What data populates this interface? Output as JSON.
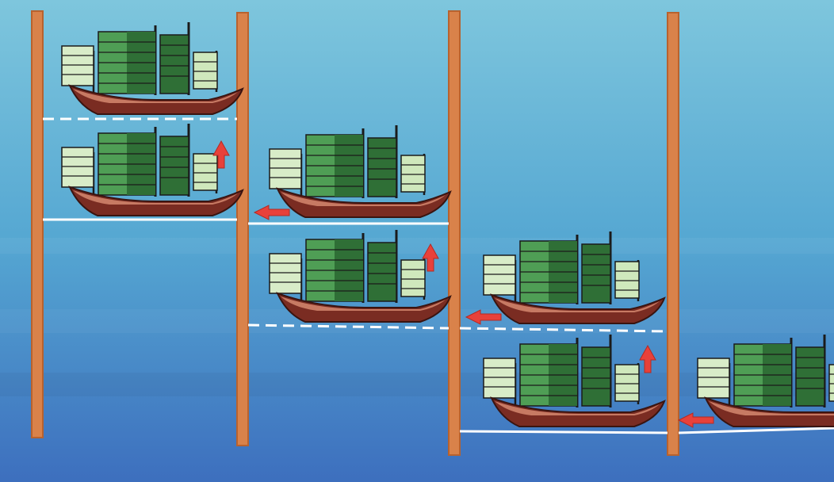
{
  "scene": {
    "colors": {
      "water_top": "#6fc0d8",
      "water_mid": "#4f9fd0",
      "water_bottom": "#3f74c0",
      "pole": "#d9824a",
      "pole_edge": "#b8622e",
      "line": "#ffffff",
      "arrow": "#e8413a",
      "hull_dark": "#7a2c22",
      "hull_light": "#c77a63",
      "sail_green": "#3f9a4a",
      "sail_dark": "#2f6f36",
      "sail_light": "#d8ecc8"
    },
    "icons": {
      "pole": "wooden-pole",
      "boat": "chinese-junk-boat-icon",
      "arrow_up": "arrow-up-icon",
      "arrow_left": "arrow-left-icon"
    },
    "panels": [
      {
        "id": "panel-1",
        "boats": 2,
        "note": ""
      },
      {
        "id": "panel-2",
        "boats": 2,
        "note": ""
      },
      {
        "id": "panel-3",
        "boats": 2,
        "note": ""
      },
      {
        "id": "panel-4",
        "boats": 1,
        "note": ""
      }
    ]
  }
}
